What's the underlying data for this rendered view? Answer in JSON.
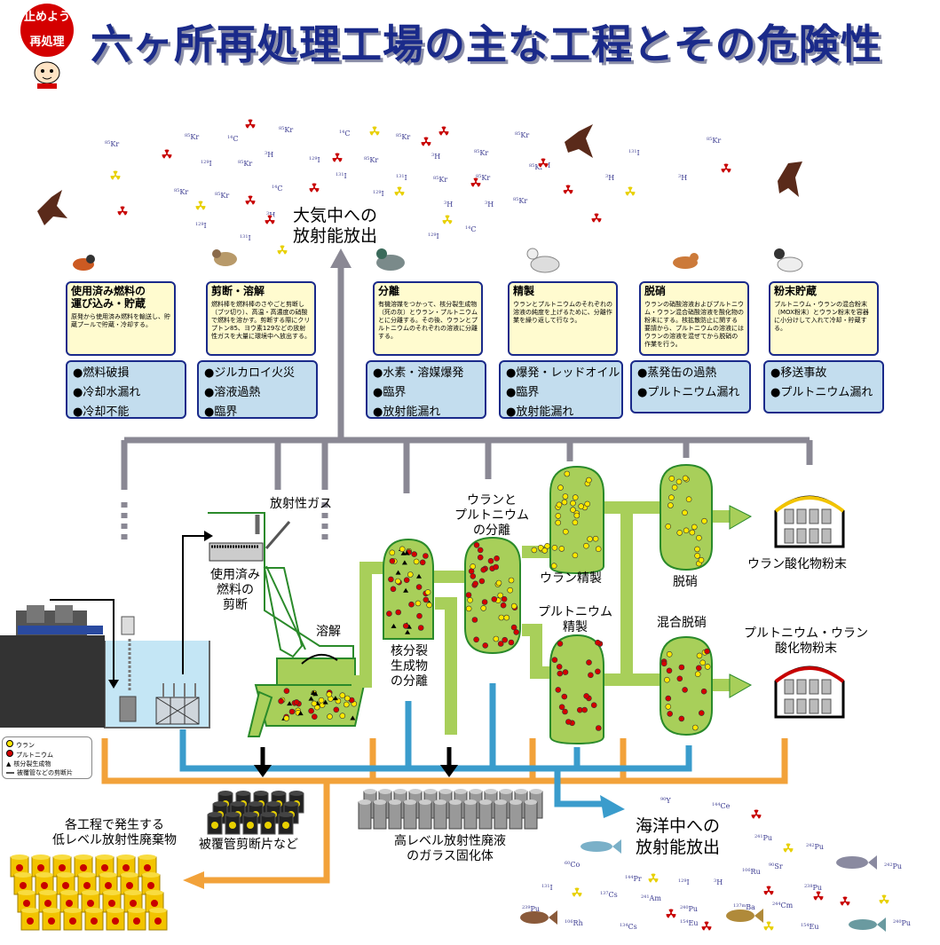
{
  "logo": {
    "line1": "止めよう",
    "line2": "再処理"
  },
  "title": "六ヶ所再処理工場の主な工程とその危険性",
  "atmosphere": {
    "label_line1": "大気中への",
    "label_line2": "放射能放出"
  },
  "ocean": {
    "label_line1": "海洋中への",
    "label_line2": "放射能放出"
  },
  "steps": [
    {
      "title_lines": [
        "使用済み燃料の",
        "運び込み・貯蔵"
      ],
      "desc": "原発から使用済み燃料を輸送し、貯蔵プールで貯蔵・冷却する。",
      "risks": [
        "●燃料破損",
        "●冷却水漏れ",
        "●冷却不能"
      ]
    },
    {
      "title_lines": [
        "剪断・溶解"
      ],
      "desc": "燃料棒を燃料棒のさやごと剪断し（ブツ切り）、高温・高濃度の硝酸で燃料を溶かす。剪断する際にクリプトン85、ヨウ素129などの放射性ガスを大量に環境中へ放出する。",
      "risks": [
        "●ジルカロイ火災",
        "●溶液過熱",
        "●臨界"
      ]
    },
    {
      "title_lines": [
        "分離"
      ],
      "desc": "有機溶媒をつかって、核分裂生成物（死の灰）とウラン・プルトニウムとに分離する。その後、ウランとプルトニウムのそれぞれの溶液に分離する。",
      "risks": [
        "●水素・溶媒爆発",
        "●臨界",
        "●放射能漏れ"
      ]
    },
    {
      "title_lines": [
        "精製"
      ],
      "desc": "ウランとプルトニウムのそれぞれの溶液の純度を上げるために、分離作業を繰り返して行なう。",
      "risks": [
        "●爆発・レッドオイル",
        "●臨界",
        "●放射能漏れ"
      ]
    },
    {
      "title_lines": [
        "脱硝"
      ],
      "desc": "ウランの硝酸溶液およびプルトニウム・ウラン混合硝酸溶液を酸化物の粉末にする。核拡散防止に関する要請から、プルトニウムの溶液にはウランの溶液を混ぜてから脱硝の作業を行う。",
      "risks": [
        "●蒸発缶の過熱",
        "●プルトニウム漏れ"
      ]
    },
    {
      "title_lines": [
        "粉末貯蔵"
      ],
      "desc": "プルトニウム・ウランの混合粉末（MOX粉末）とウラン粉末を容器に小分けして入れて冷却・貯蔵する。",
      "risks": [
        "●移送事故",
        "●プルトニウム漏れ"
      ]
    }
  ],
  "process_labels": {
    "gas": "放射性ガス",
    "shear": [
      "使用済み",
      "燃料の",
      "剪断"
    ],
    "dissolve": "溶解",
    "fission": [
      "核分裂",
      "生成物",
      "の分離"
    ],
    "u_pu_sep": [
      "ウランと",
      "プルトニウム",
      "の分離"
    ],
    "u_refine": "ウラン精製",
    "pu_refine": [
      "プルトニウム",
      "精製"
    ],
    "denitration": "脱硝",
    "mixed_denitration": "混合脱硝",
    "u_oxide": "ウラン酸化物粉末",
    "pu_u_oxide": [
      "プルトニウム・ウラン",
      "酸化物粉末"
    ],
    "hull": "被覆管剪断片など",
    "hlw": [
      "高レベル放射性廃液",
      "のガラス固化体"
    ],
    "llw": [
      "各工程で発生する",
      "低レベル放射性廃棄物"
    ]
  },
  "legend": [
    "ウラン",
    "プルトニウム",
    "核分裂生成物",
    "被覆管などの剪断片"
  ],
  "air_isotopes": [
    {
      "n": "85",
      "s": "Kr"
    },
    {
      "n": "85",
      "s": "Kr"
    },
    {
      "n": "14",
      "s": "C"
    },
    {
      "n": "85",
      "s": "Kr"
    },
    {
      "n": "14",
      "s": "C"
    },
    {
      "n": "85",
      "s": "Kr"
    },
    {
      "n": "85",
      "s": "Kr"
    },
    {
      "n": "85",
      "s": "Kr"
    },
    {
      "n": "85",
      "s": "Kr"
    },
    {
      "n": "129",
      "s": "I"
    },
    {
      "n": "85",
      "s": "Kr"
    },
    {
      "n": "3",
      "s": "H"
    },
    {
      "n": "129",
      "s": "I"
    },
    {
      "n": "85",
      "s": "Kr"
    },
    {
      "n": "3",
      "s": "H"
    },
    {
      "n": "85",
      "s": "Kr"
    },
    {
      "n": "3",
      "s": "H"
    },
    {
      "n": "131",
      "s": "I"
    },
    {
      "n": "131",
      "s": "I"
    },
    {
      "n": "85",
      "s": "Kr"
    },
    {
      "n": "14",
      "s": "C"
    },
    {
      "n": "129",
      "s": "I"
    },
    {
      "n": "131",
      "s": "I"
    },
    {
      "n": "85",
      "s": "Kr"
    },
    {
      "n": "3",
      "s": "H"
    },
    {
      "n": "3",
      "s": "H"
    },
    {
      "n": "3",
      "s": "H"
    },
    {
      "n": "85",
      "s": "Kr"
    },
    {
      "n": "129",
      "s": "I"
    },
    {
      "n": "131",
      "s": "I"
    },
    {
      "n": "129",
      "s": "I"
    },
    {
      "n": "14",
      "s": "C"
    },
    {
      "n": "3",
      "s": "H"
    },
    {
      "n": "85",
      "s": "Kr"
    },
    {
      "n": "85",
      "s": "Kr"
    },
    {
      "n": "3",
      "s": "H"
    }
  ],
  "sea_isotopes": [
    {
      "n": "90",
      "s": "Y"
    },
    {
      "n": "144",
      "s": "Ce"
    },
    {
      "n": "241",
      "s": "Pu"
    },
    {
      "n": "242",
      "s": "Pu"
    },
    {
      "n": "60",
      "s": "Co"
    },
    {
      "n": "106",
      "s": "Ru"
    },
    {
      "n": "90",
      "s": "Sr"
    },
    {
      "n": "242",
      "s": "Pu"
    },
    {
      "n": "131",
      "s": "I"
    },
    {
      "n": "137",
      "s": "Cs"
    },
    {
      "n": "144",
      "s": "Pr"
    },
    {
      "n": "129",
      "s": "I"
    },
    {
      "n": "3",
      "s": "H"
    },
    {
      "n": "238",
      "s": "Pu"
    },
    {
      "n": "241",
      "s": "Am"
    },
    {
      "n": "240",
      "s": "Pu"
    },
    {
      "n": "137m",
      "s": "Ba"
    },
    {
      "n": "244",
      "s": "Cm"
    },
    {
      "n": "239",
      "s": "Pu"
    },
    {
      "n": "106",
      "s": "Rh"
    },
    {
      "n": "134",
      "s": "Cs"
    },
    {
      "n": "154",
      "s": "Eu"
    },
    {
      "n": "154",
      "s": "Eu"
    },
    {
      "n": "240",
      "s": "Pu"
    }
  ],
  "colors": {
    "title": "#1a2a8a",
    "step_box": "#fffbcf",
    "risk_box": "#c3ddee",
    "pipe_gray": "#8a8894",
    "pipe_blue": "#3a9ccc",
    "pipe_orange": "#f2a23a",
    "process_green": "#a8cf5a",
    "uranium": "#ffe800",
    "plutonium": "#d40000"
  }
}
